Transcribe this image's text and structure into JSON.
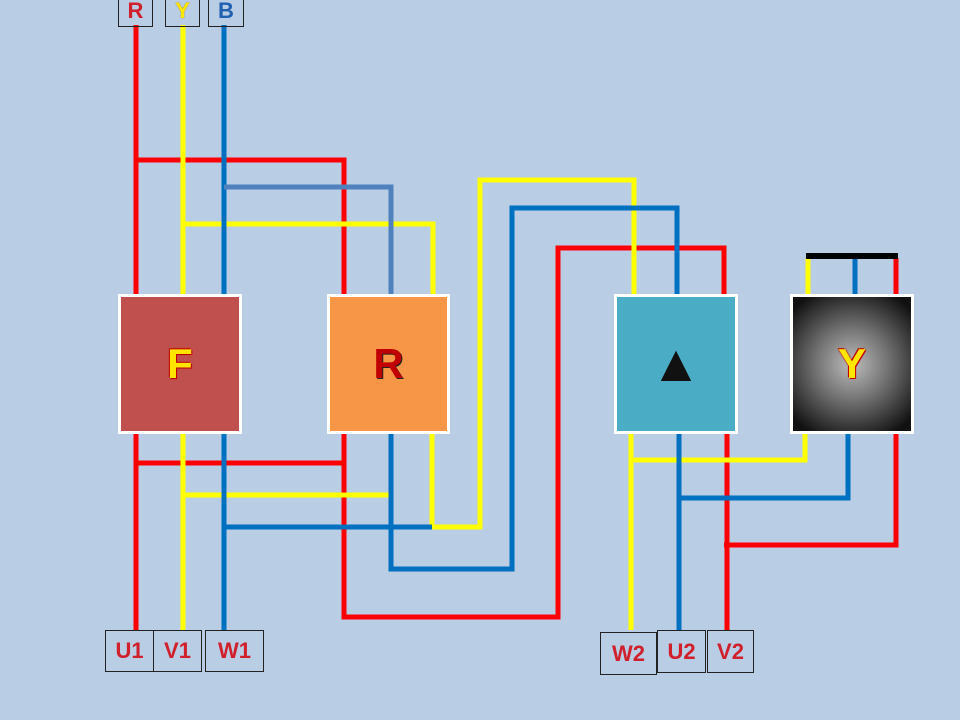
{
  "title": "Forward-Reverse Star-Delta Starter Wiring",
  "supply_labels": [
    "R",
    "Y",
    "B"
  ],
  "terminal_labels": {
    "u1": "U1",
    "v1": "V1",
    "w1": "W1",
    "w2": "W2",
    "u2": "U2",
    "v2": "V2"
  },
  "contactors": {
    "forward": "F",
    "reverse": "R",
    "delta": "▲",
    "star": "Y"
  },
  "colors": {
    "red": "#ff0000",
    "yellow": "#ffff00",
    "blue": "#0070c0",
    "forward": "#c0504d",
    "reverse": "#f79646",
    "delta": "#4bacc6"
  }
}
